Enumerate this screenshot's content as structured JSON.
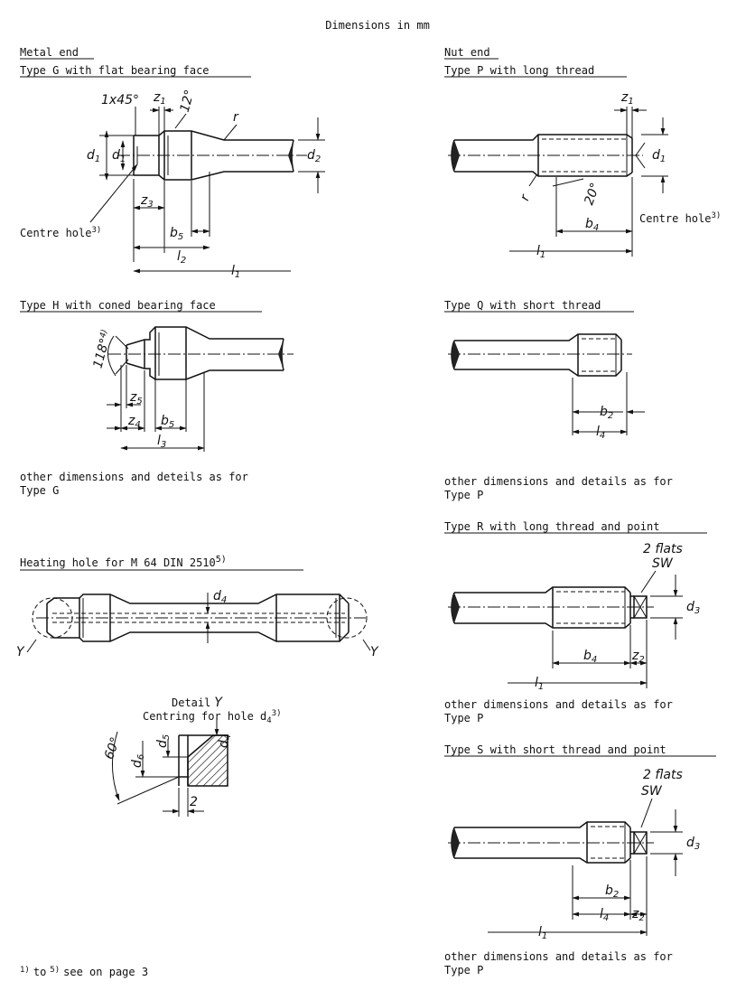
{
  "header": {
    "units": "Dimensions in mm"
  },
  "left": {
    "section": "Metal end",
    "type_g": {
      "title": "Type G with flat bearing face",
      "labels": {
        "chamfer": "1x45°",
        "z1": "z",
        "z1_sub": "1",
        "angle": "12°",
        "r": "r",
        "d1": "d",
        "d1_sub": "1",
        "d2": "d",
        "d2_sub": "2",
        "dk": "d",
        "dk_sub": "1",
        "z3": "z",
        "z3_sub": "3",
        "b5": "b",
        "b5_sub": "5",
        "l2": "l",
        "l2_sub": "2",
        "l1": "l",
        "l1_sub": "1"
      },
      "centre_hole": "Centre hole",
      "centre_hole_sup": "3)"
    },
    "type_h": {
      "title": "Type H with coned bearing face",
      "labels": {
        "angle": "118°",
        "angle_sup": "4)",
        "z5": "z",
        "z5_sub": "5",
        "z4": "z",
        "z4_sub": "4",
        "b5": "b",
        "b5_sub": "5",
        "l3": "l",
        "l3_sub": "3"
      },
      "note_line1": "other dimensions and deteils as for",
      "note_line2": "Type G"
    },
    "heating": {
      "title": "Heating hole for M 64 DIN 2510",
      "title_sup": "5)",
      "labels": {
        "d4": "d",
        "d4_sub": "4",
        "y_left": "Y",
        "y_right": "Y"
      }
    },
    "detail_y": {
      "title": "Detail",
      "title_y": "Y",
      "subtitle": "Centring for hole d",
      "subtitle_sub": "4",
      "subtitle_sup": "3)",
      "labels": {
        "angle": "60°",
        "d6": "d",
        "d6_sub": "6",
        "d5": "d",
        "d5_sub": "5",
        "d4": "d",
        "d4_sub": "4",
        "dim2": "2"
      }
    },
    "footnote": "to",
    "footnote_a": "1)",
    "footnote_b": "5)",
    "footnote_c": "see on page 3"
  },
  "right": {
    "section": "Nut end",
    "type_p": {
      "title": "Type P with long thread",
      "labels": {
        "z1": "z",
        "z1_sub": "1",
        "d1": "d",
        "d1_sub": "1",
        "r": "r",
        "angle": "20°",
        "b4": "b",
        "b4_sub": "4",
        "l1": "l",
        "l1_sub": "1"
      },
      "centre_hole": "Centre hole",
      "centre_hole_sup": "3)"
    },
    "type_q": {
      "title": "Type Q with short thread",
      "labels": {
        "b2": "b",
        "b2_sub": "2",
        "l4": "l",
        "l4_sub": "4"
      },
      "note_line1": "other dimensions and details as for",
      "note_line2": "Type P"
    },
    "type_r": {
      "title": "Type R with long thread and point",
      "flats": "2 flats",
      "sw": "SW",
      "labels": {
        "d3": "d",
        "d3_sub": "3",
        "b4": "b",
        "b4_sub": "4",
        "z2": "z",
        "z2_sub": "2",
        "l1": "l",
        "l1_sub": "1"
      },
      "note_line1": "other dimensions and details as for",
      "note_line2": "Type P"
    },
    "type_s": {
      "title": "Type S with short thread and point",
      "flats": "2 flats",
      "sw": "SW",
      "labels": {
        "d3": "d",
        "d3_sub": "3",
        "b2": "b",
        "b2_sub": "2",
        "l4": "l",
        "l4_sub": "4",
        "z2": "z",
        "z2_sub": "2",
        "l1": "l",
        "l1_sub": "1"
      },
      "note_line1": "other dimensions and details as for",
      "note_line2": "Type P"
    }
  }
}
